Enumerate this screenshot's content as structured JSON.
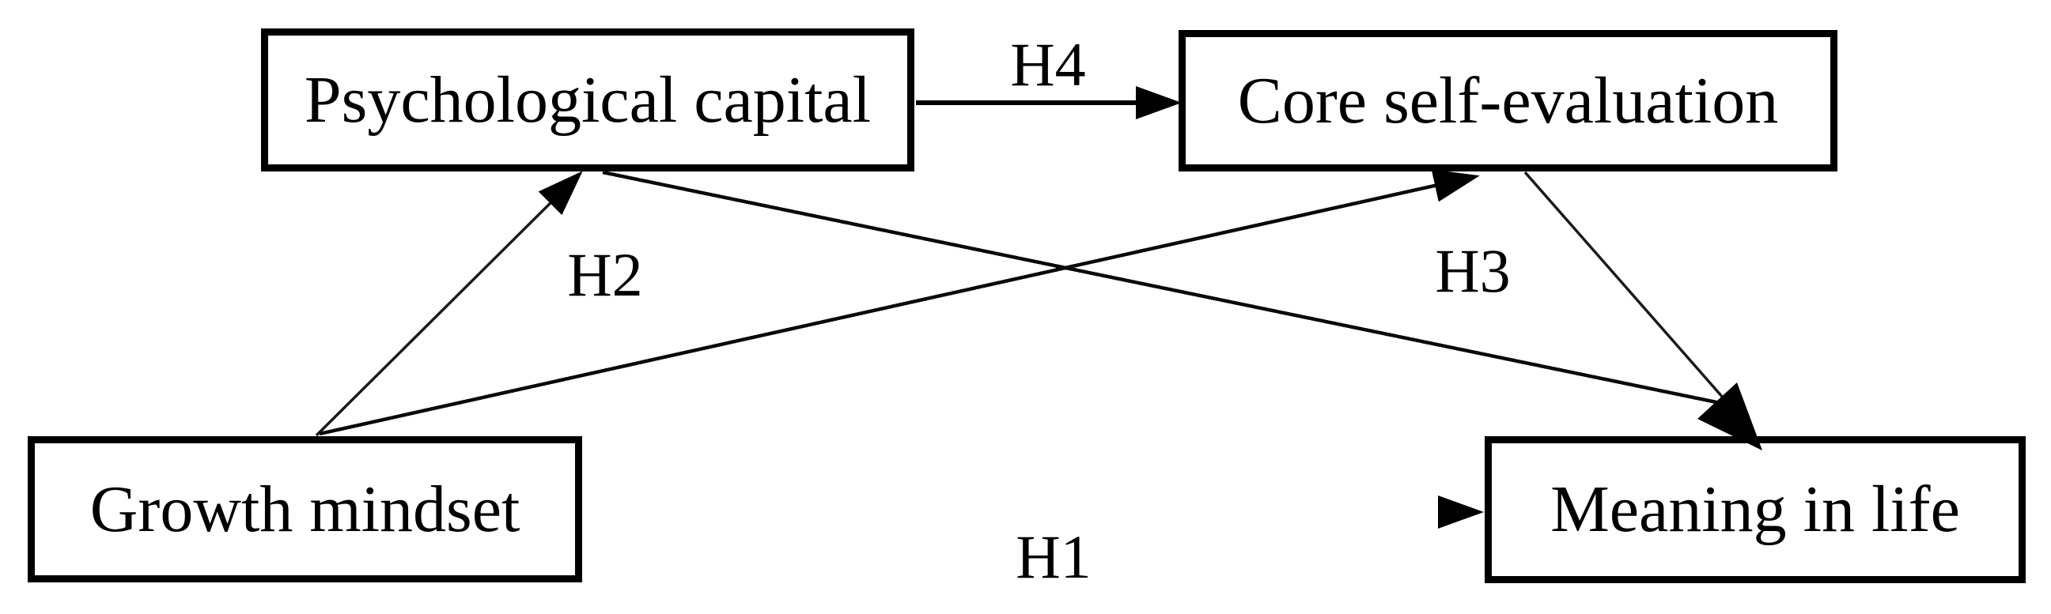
{
  "diagram": {
    "type": "path-model",
    "background": "#ffffff",
    "text_color": "#000000",
    "line_color": "#000000",
    "nodes": [
      {
        "id": "psychological-capital",
        "label": "Psychological capital"
      },
      {
        "id": "core-self-evaluation",
        "label": "Core self-evaluation"
      },
      {
        "id": "growth-mindset",
        "label": "Growth mindset"
      },
      {
        "id": "meaning-in-life",
        "label": "Meaning in life"
      }
    ],
    "edges": [
      {
        "id": "H1",
        "label": "H1",
        "from": "Growth mindset",
        "to": "Meaning in life",
        "line_color": "#777777"
      },
      {
        "id": "H2",
        "label": "H2",
        "from": "Growth mindset",
        "to": "Psychological capital",
        "line_color": "#000000"
      },
      {
        "id": "H3",
        "label": "H3",
        "from": "Core self-evaluation",
        "to": "Meaning in life",
        "line_color": "#000000"
      },
      {
        "id": "H4",
        "label": "H4",
        "from": "Psychological capital",
        "to": "Core self-evaluation",
        "line_color": "#000000"
      },
      {
        "id": "growth-to-core",
        "label": "",
        "from": "Growth mindset",
        "to": "Core self-evaluation",
        "line_color": "#000000"
      },
      {
        "id": "psycap-to-meaning",
        "label": "",
        "from": "Psychological capital",
        "to": "Meaning in life",
        "line_color": "#000000"
      }
    ]
  }
}
